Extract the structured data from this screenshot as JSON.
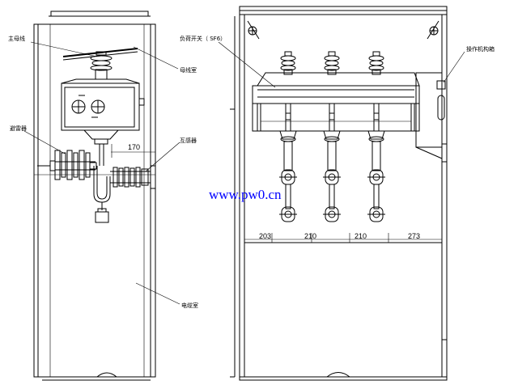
{
  "left_view": {
    "labels": {
      "main_busbar": "主母线",
      "busbar_room": "母线室",
      "arrester": "避雷器",
      "current_transformer": "互感器",
      "cable_room": "电缆室"
    },
    "dimension": "170"
  },
  "right_view": {
    "labels": {
      "load_switch": "负荷开关（ SF6）",
      "operating_mechanism": "操作机构箱"
    },
    "dimensions": [
      "203",
      "210",
      "210",
      "273"
    ]
  },
  "watermark": "www.pw0.cn"
}
